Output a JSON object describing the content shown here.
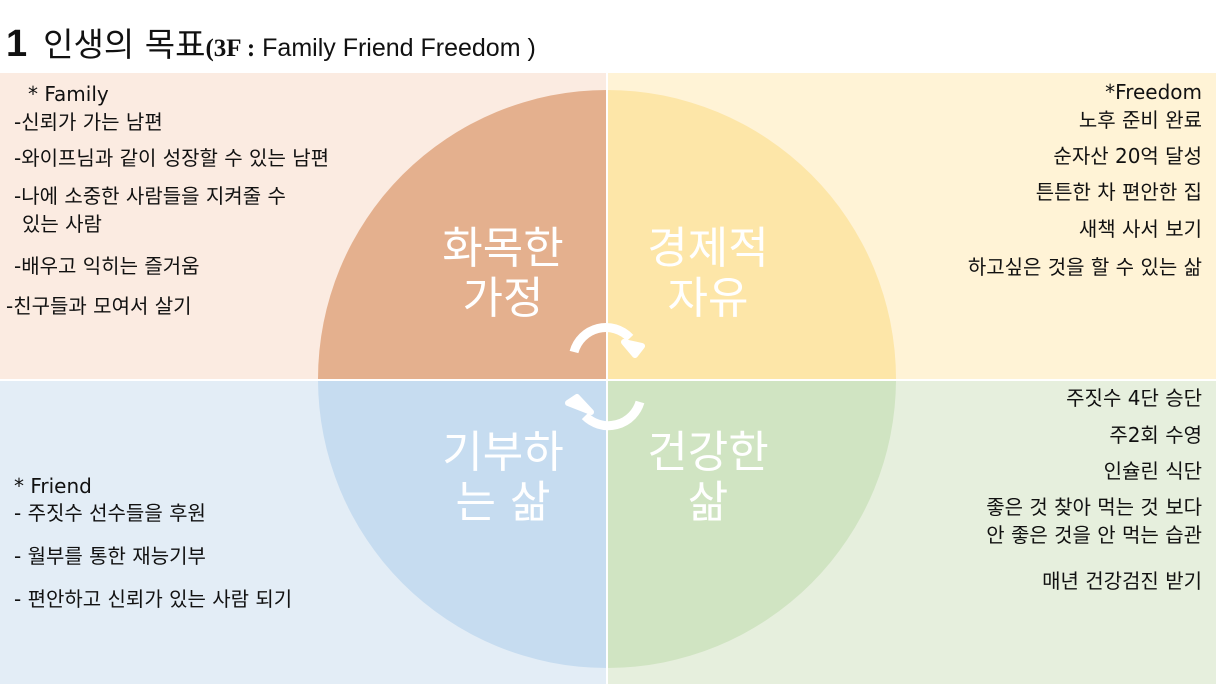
{
  "title": {
    "number": "1",
    "main": "인생의 목표",
    "paren": "(3F :",
    "english": "Family Friend Freedom )"
  },
  "quadrants": {
    "family": {
      "center": [
        "화목한",
        "가정"
      ],
      "heading": "* Family",
      "items": [
        "-신뢰가 가는 남편",
        "-와이프님과 같이 성장할 수 있는 남편",
        "-나에 소중한 사람들을 지켜줄 수",
        "있는 사람",
        "-배우고 익히는 즐거움",
        "-친구들과 모여서 살기"
      ]
    },
    "freedom": {
      "center": [
        "경제적",
        "자유"
      ],
      "heading": "*Freedom",
      "items": [
        "노후 준비 완료",
        "순자산 20억 달성",
        "튼튼한 차 편안한 집",
        "새책 사서 보기",
        "하고싶은 것을 할 수 있는 삶"
      ]
    },
    "friend": {
      "center": [
        "기부하",
        "는 삶"
      ],
      "heading": "* Friend",
      "items": [
        "- 주짓수 선수들을 후원",
        "- 월부를 통한 재능기부",
        "- 편안하고 신뢰가 있는 사람 되기"
      ]
    },
    "health": {
      "center": [
        "건강한",
        "삶"
      ],
      "items": [
        "주짓수 4단 승단",
        "주2회 수영",
        "인슐린 식단",
        "좋은 것 찾아 먹는 것 보다",
        "안 좋은 것을 안 먹는 습관",
        "매년 건강검진 받기"
      ]
    }
  },
  "colors": {
    "family": "#e4b08e",
    "freedom": "#fde6a8",
    "friend": "#c6dcf0",
    "health": "#d0e4c2"
  }
}
